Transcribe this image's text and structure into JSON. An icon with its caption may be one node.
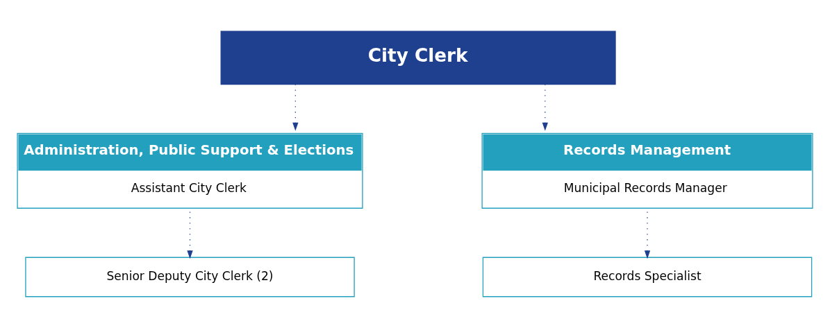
{
  "diagram": {
    "nodes": [
      {
        "text": [
          "City Clerk"
        ]
      },
      {
        "text": [
          "Administration, Public Support & Elections",
          "Assistant City Clerk"
        ]
      },
      {
        "text": [
          "Records Management",
          "Municipal Records Manager"
        ]
      },
      {
        "text": [
          "Senior Deputy City Clerk (2)"
        ]
      },
      {
        "text": [
          "Records Specialist"
        ]
      }
    ],
    "edges": [
      {
        "from": 0,
        "to": 1,
        "arrow": "to",
        "style": "dashed"
      },
      {
        "from": 0,
        "to": 2,
        "arrow": "to",
        "style": "dashed"
      },
      {
        "from": 1,
        "to": 3,
        "arrow": "to",
        "style": "dashed"
      },
      {
        "from": 2,
        "to": 4,
        "arrow": "to",
        "style": "dashed"
      }
    ]
  }
}
